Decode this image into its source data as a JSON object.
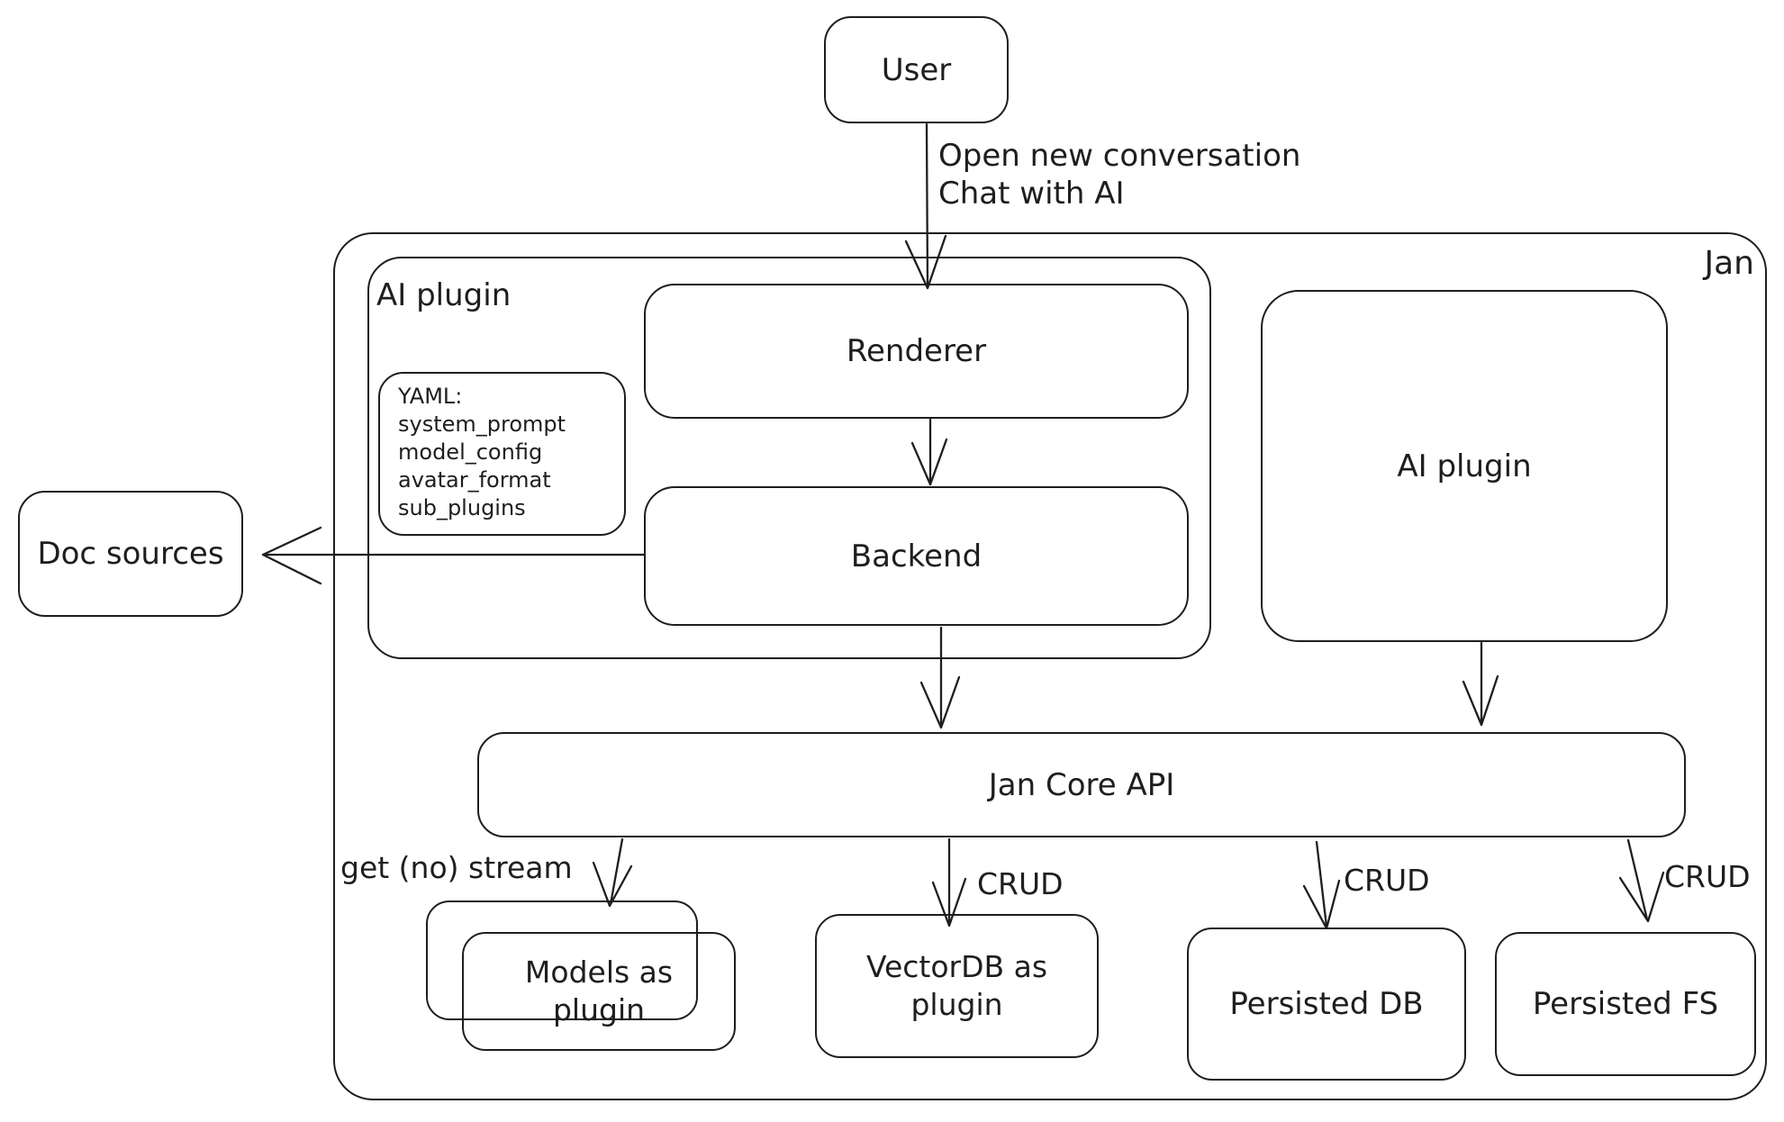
{
  "colors": {
    "stroke": "#1e1e1e",
    "background": "#ffffff"
  },
  "outer": {
    "label": "Jan"
  },
  "nodes": {
    "user": {
      "label": "User"
    },
    "ai_plugin_container": {
      "label": "AI plugin"
    },
    "renderer": {
      "label": "Renderer"
    },
    "yaml_note": {
      "label": "YAML:\nsystem_prompt\nmodel_config\navatar_format\nsub_plugins"
    },
    "backend": {
      "label": "Backend"
    },
    "doc_sources": {
      "label": "Doc sources"
    },
    "ai_plugin_right": {
      "label": "AI plugin"
    },
    "jan_core_api": {
      "label": "Jan Core API"
    },
    "models_as_plugin": {
      "label": "Models as\nplugin"
    },
    "vectordb": {
      "label": "VectorDB as\nplugin"
    },
    "persisted_db": {
      "label": "Persisted DB"
    },
    "persisted_fs": {
      "label": "Persisted FS"
    }
  },
  "edges": {
    "user_to_renderer": {
      "label": "Open new conversation\nChat with AI"
    },
    "jan_core_to_models": {
      "label": "get (no) stream"
    },
    "jan_core_to_vectordb": {
      "label": "CRUD"
    },
    "jan_core_to_persisted_db": {
      "label": "CRUD"
    },
    "jan_core_to_persisted_fs": {
      "label": "CRUD"
    }
  }
}
